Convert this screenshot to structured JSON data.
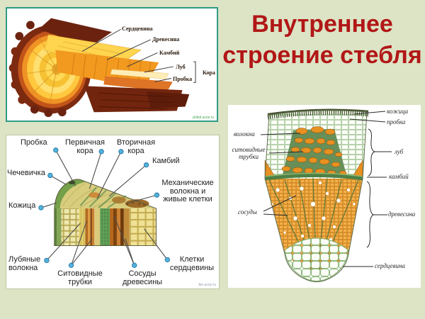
{
  "slide": {
    "title": "Внутреннее строение стебля"
  },
  "colors": {
    "background": "#dce4c5",
    "title_red": "#b21717",
    "log_panel_border": "#2e9b86",
    "label_dot_blue": "#55b1dd"
  },
  "log_figure": {
    "labels": {
      "pith": "Сердцевина",
      "wood": "Древесина",
      "cambium": "Камбий",
      "bast": "Луб",
      "cork": "Пробка",
      "bark": "Кора"
    },
    "watermark": "prikol.ucoz.ru"
  },
  "wedge_figure": {
    "labels": {
      "cork": "Пробка",
      "primary_cortex": "Первичная кора",
      "secondary_cortex": "Вторичная кора",
      "cambium": "Камбий",
      "lenticel": "Чечевичка",
      "mech_fibers": "Механические волокна и живые клетки",
      "epidermis": "Кожица",
      "bast_fibers": "Лубяные волокна",
      "sieve_tubes": "Ситовидные трубки",
      "wood_vessels": "Сосуды древесины",
      "pith_cells": "Клетки сердцевины"
    },
    "watermark": "bio.ucoz.ru"
  },
  "microsection_figure": {
    "labels": {
      "epidermis": "кожица",
      "cork": "пробка",
      "fibers": "волокна",
      "sieve_tubes": "ситовидные трубки",
      "bast": "луб",
      "cambium": "камбий",
      "vessels": "сосуды",
      "wood": "древесина",
      "pith": "сердцевина"
    }
  }
}
